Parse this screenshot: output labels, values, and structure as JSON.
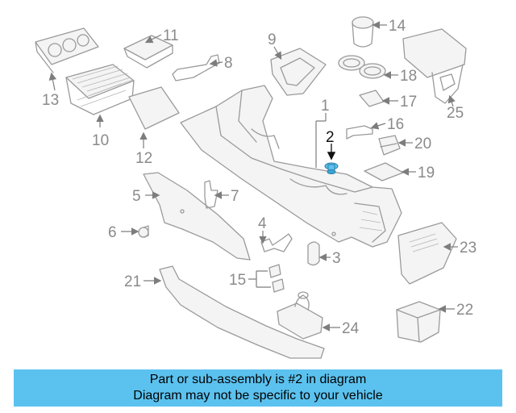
{
  "callouts": {
    "c1": "1",
    "c2": "2",
    "c3": "3",
    "c4": "4",
    "c5": "5",
    "c6": "6",
    "c7": "7",
    "c8": "8",
    "c9": "9",
    "c10": "10",
    "c11": "11",
    "c12": "12",
    "c13": "13",
    "c14": "14",
    "c15": "15",
    "c16": "16",
    "c17": "17",
    "c18": "18",
    "c19": "19",
    "c20": "20",
    "c21": "21",
    "c22": "22",
    "c23": "23",
    "c24": "24",
    "c25": "25"
  },
  "highlighted_part": "2",
  "highlight_color": "#5bc2ef",
  "banner": {
    "line1": "Part or sub-assembly is #2 in diagram",
    "line2": "Diagram may not be specific to your vehicle",
    "background": "#5bc2ef"
  }
}
